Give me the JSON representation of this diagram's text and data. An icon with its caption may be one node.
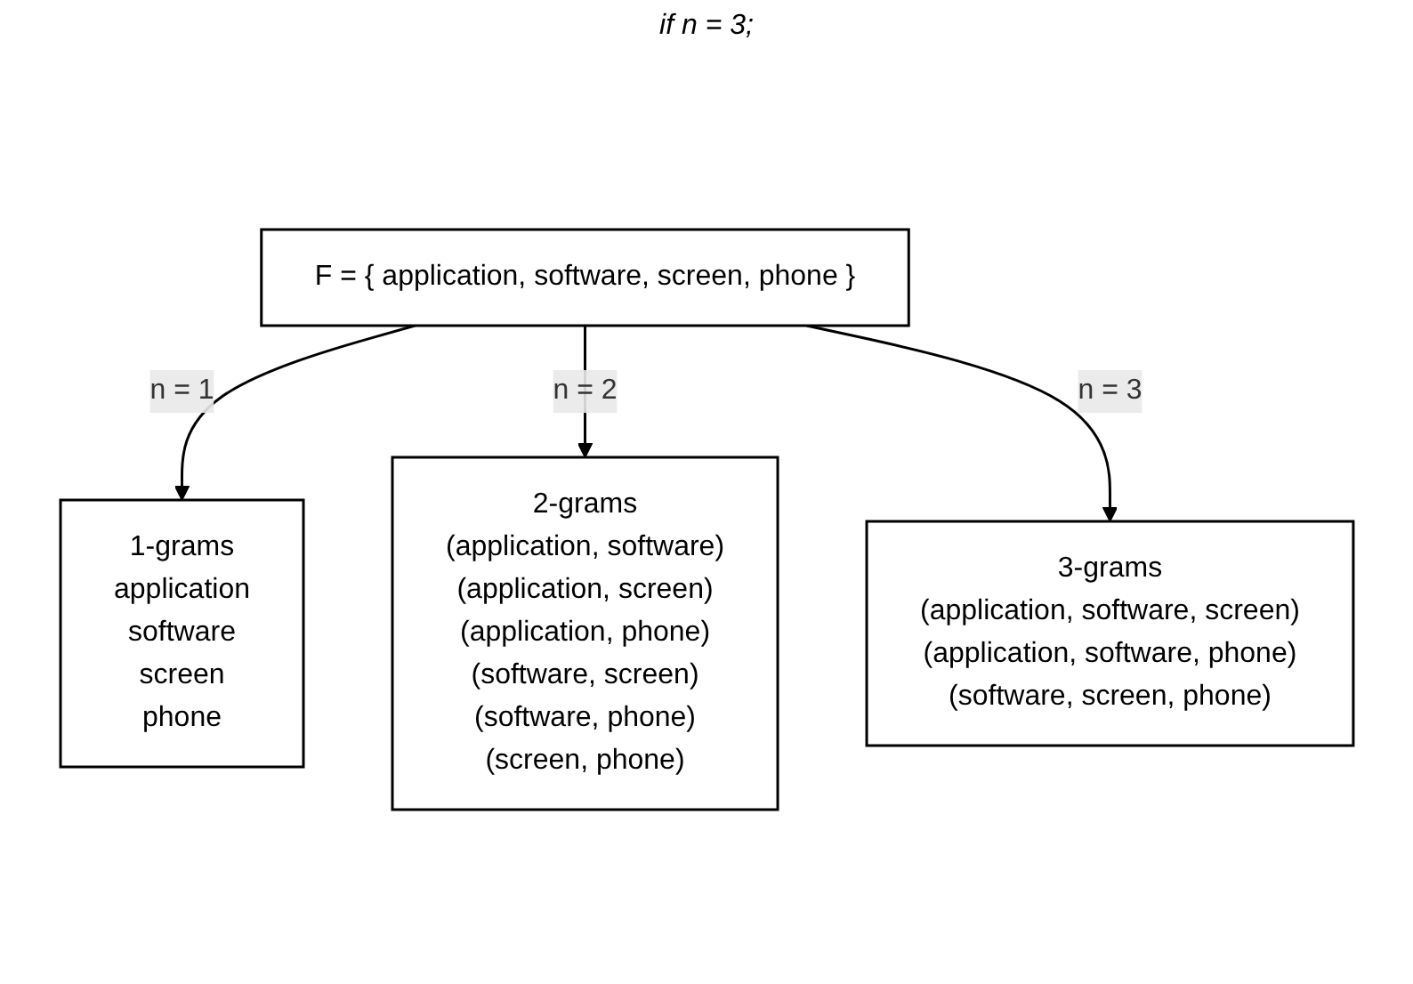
{
  "diagram": {
    "nodes": [
      {
        "text": [
          "F = { application, software, screen, phone }"
        ]
      },
      {
        "text": [
          "1-grams",
          "application",
          "software",
          "screen",
          "phone"
        ]
      },
      {
        "text": [
          "2-grams",
          "(application, software)",
          "(application, screen)",
          "(application, phone)",
          "(software, screen)",
          "(software, phone)",
          "(screen, phone)"
        ]
      },
      {
        "text": [
          "3-grams",
          "(application, software, screen)",
          "(application, software, phone)",
          "(software, screen, phone)"
        ]
      }
    ],
    "edges": [
      {
        "from": 0,
        "to": 1,
        "arrow": "to",
        "label": "n = 1"
      },
      {
        "from": 0,
        "to": 2,
        "arrow": "to",
        "label": "n = 2"
      },
      {
        "from": 0,
        "to": 3,
        "arrow": "to",
        "label": "n = 3"
      }
    ],
    "labels": [
      "if n = 3;"
    ]
  }
}
